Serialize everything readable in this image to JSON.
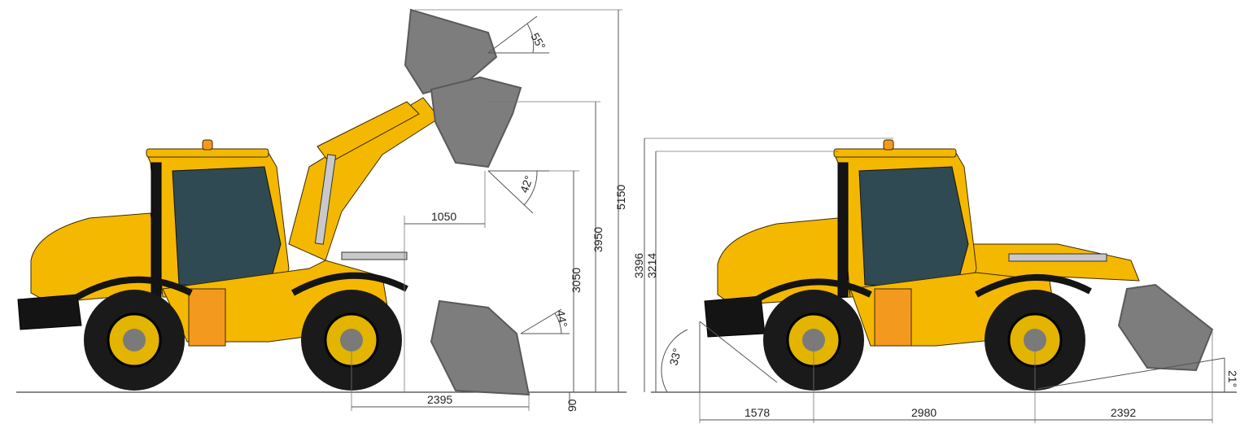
{
  "colors": {
    "body_yellow": "#F4B800",
    "body_shadow": "#D99A00",
    "orange": "#F39A1E",
    "glass": "#2F4A52",
    "glass_light": "#5E7C86",
    "tire": "#1A1A1A",
    "rim": "#E3B400",
    "hub": "#7A7A7A",
    "bucket": "#7D7D7D",
    "bucket_dark": "#5A5A5A",
    "black": "#141414",
    "dim_line": "#555555"
  },
  "left_view": {
    "dim_max_height": "5150",
    "dim_hinge_height": "3950",
    "dim_dump_height": "3050",
    "dim_reach": "1050",
    "dim_bucket_length": "2395",
    "dim_dig_depth": "90",
    "angle_rollback_top": "55°",
    "angle_dump": "42°",
    "angle_rollback_ground": "44°"
  },
  "right_view": {
    "dim_beacon_height": "3396",
    "dim_cab_height": "3214",
    "dim_rear_overhang": "1578",
    "dim_wheelbase": "2980",
    "dim_front_overhang": "2392",
    "angle_departure": "33°",
    "angle_approach": "21°"
  }
}
